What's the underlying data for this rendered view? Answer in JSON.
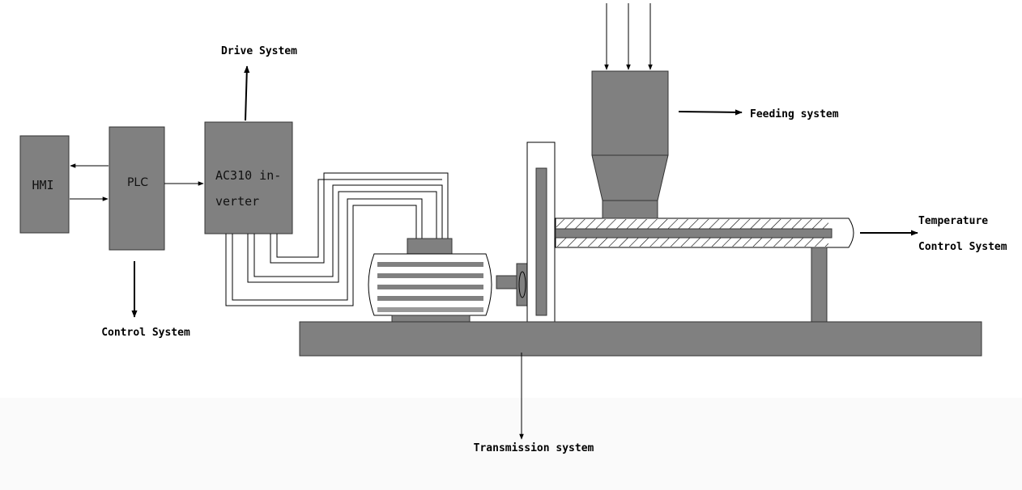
{
  "labels": {
    "drive_system": "Drive System",
    "control_system": "Control System",
    "feeding_system": "Feeding system",
    "temperature_line1": "Temperature",
    "temperature_line2": "Control System",
    "transmission_system": "Transmission system"
  },
  "boxes": {
    "hmi": "HMI",
    "plc": "PLC",
    "inverter_line1": "AC310 in-",
    "inverter_line2": "verter"
  },
  "colors": {
    "component_fill": "#808080",
    "stroke": "#000000",
    "background": "#ffffff"
  }
}
